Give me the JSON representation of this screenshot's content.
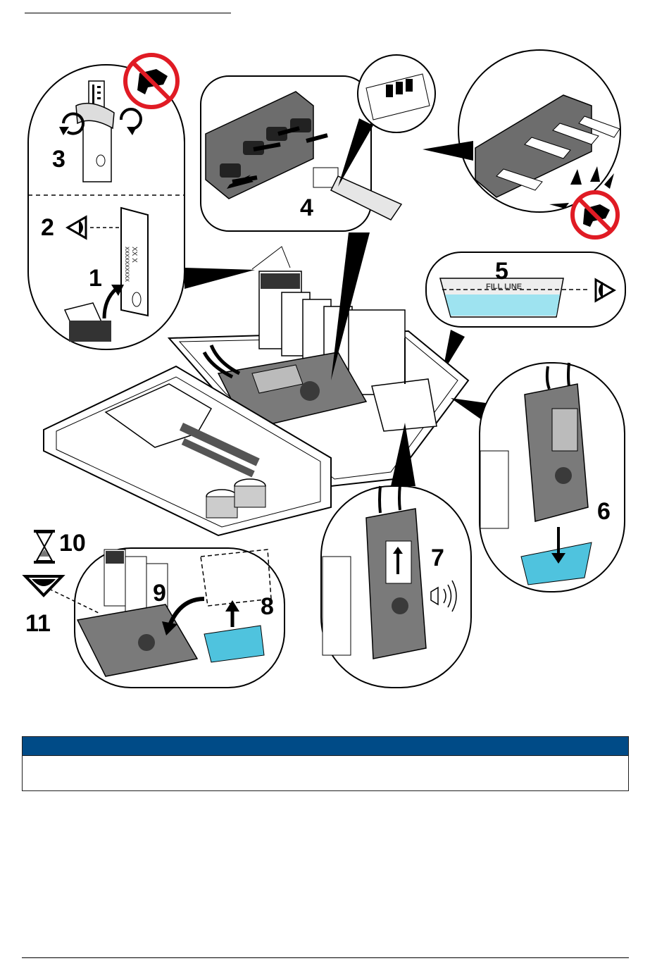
{
  "figure": {
    "step_labels": [
      "1",
      "2",
      "3",
      "4",
      "5",
      "6",
      "7",
      "8",
      "9",
      "10",
      "11"
    ],
    "fill_line_label": "FILL LINE",
    "packet_text": "XX X",
    "packet_code": "xxxxxxxxxx",
    "colors": {
      "water": "#9ee3f0",
      "water_deep": "#4fc3de",
      "prohibit": "#e01b24",
      "device_body": "#7a7a7a",
      "device_dark": "#3a3a3a",
      "line": "#000000"
    }
  },
  "notice": {
    "header": "",
    "body": ""
  }
}
